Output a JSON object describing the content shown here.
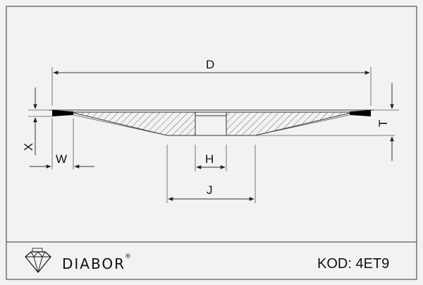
{
  "drawing": {
    "dimensions": {
      "D": "D",
      "T": "T",
      "X": "X",
      "W": "W",
      "H": "H",
      "J": "J"
    }
  },
  "title_block": {
    "logo_text": "DIABOR",
    "registered_mark": "®",
    "code_label": "KOD: 4ET9"
  },
  "colors": {
    "background": "#f2f2f2",
    "ink": "#111111",
    "abrasive_segment": "#000000"
  },
  "icons": {
    "logo": "diamond-icon"
  }
}
